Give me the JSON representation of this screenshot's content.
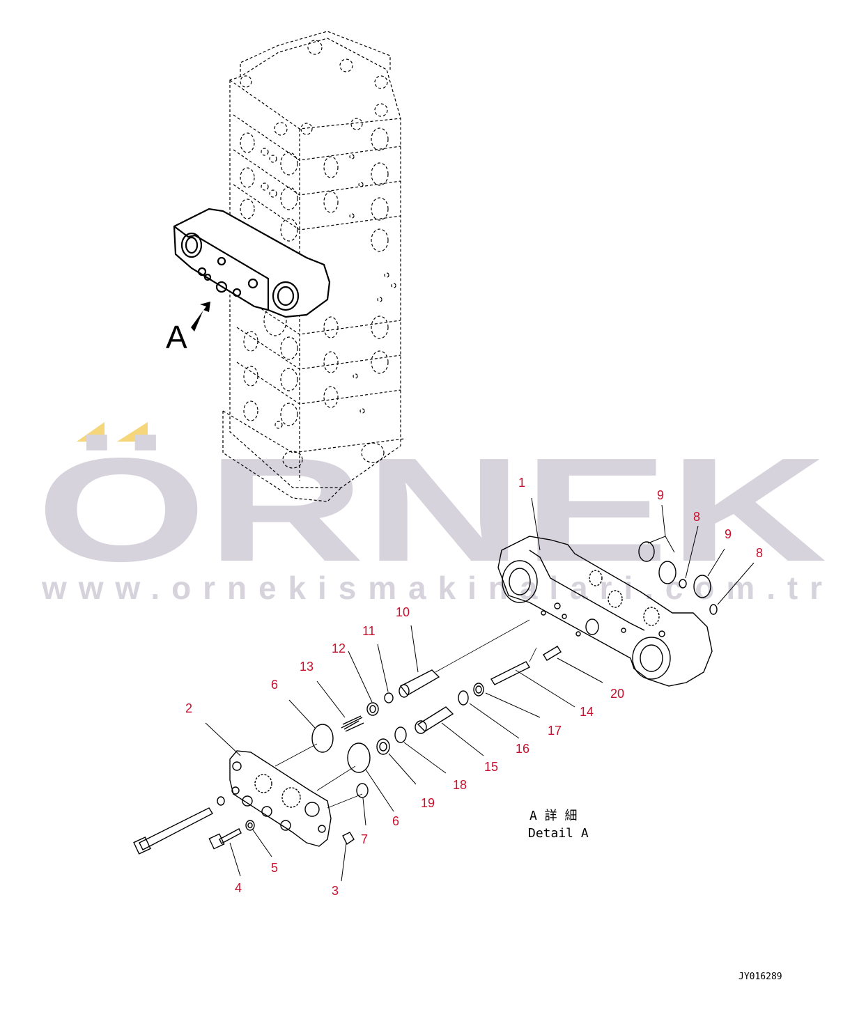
{
  "colors": {
    "line": "#000000",
    "label": "#c8102e",
    "watermark": "#d6d3dc",
    "watermark_accent": "#f5d67a",
    "background": "#ffffff"
  },
  "watermark": {
    "brand": "ÖRNEK",
    "url": "www.ornekismakinalari.com.tr"
  },
  "view_marker": "A",
  "detail_caption": {
    "jp": "A 詳 細",
    "en": "Detail A"
  },
  "drawing_number": "JY016289",
  "labels": [
    "1",
    "2",
    "3",
    "4",
    "5",
    "6",
    "6",
    "7",
    "8",
    "8",
    "9",
    "9",
    "10",
    "11",
    "12",
    "13",
    "14",
    "15",
    "16",
    "17",
    "18",
    "19",
    "20"
  ]
}
